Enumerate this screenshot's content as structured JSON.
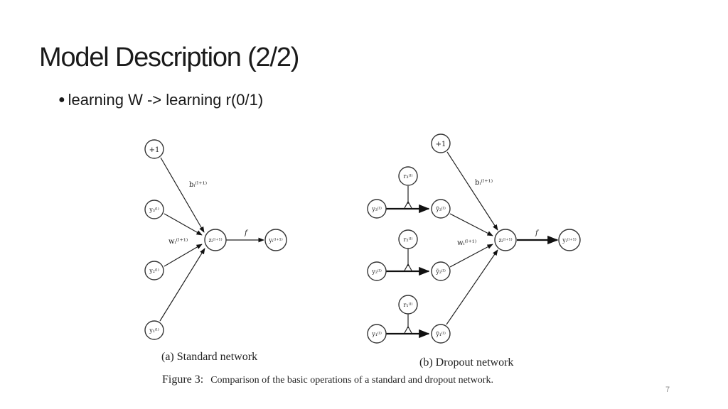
{
  "slide": {
    "title": "Model Description (2/2)",
    "bullet": "learning W -> learning r(0/1)",
    "bullet_marker": "●",
    "page_number": "7"
  },
  "figure": {
    "standard": {
      "caption": "(a) Standard network",
      "bias_node": "+1",
      "input_nodes": [
        "y₃⁽ˡ⁾",
        "y₂⁽ˡ⁾",
        "y₁⁽ˡ⁾"
      ],
      "sum_node": "zᵢ⁽ˡ⁺¹⁾",
      "output_node": "yᵢ⁽ˡ⁺¹⁾",
      "bias_label": "bᵢ⁽ˡ⁺¹⁾",
      "weight_label": "wᵢ⁽ˡ⁺¹⁾",
      "activation_label": "f"
    },
    "dropout": {
      "caption": "(b) Dropout network",
      "bias_node": "+1",
      "mask_nodes": [
        "r₃⁽ˡ⁾",
        "r₂⁽ˡ⁾",
        "r₁⁽ˡ⁾"
      ],
      "input_nodes": [
        "y₃⁽ˡ⁾",
        "y₂⁽ˡ⁾",
        "y₁⁽ˡ⁾"
      ],
      "thinned_nodes": [
        "ỹ₃⁽ˡ⁾",
        "ỹ₂⁽ˡ⁾",
        "ỹ₁⁽ˡ⁾"
      ],
      "sum_node": "zᵢ⁽ˡ⁺¹⁾",
      "output_node": "yᵢ⁽ˡ⁺¹⁾",
      "bias_label": "bᵢ⁽ˡ⁺¹⁾",
      "weight_label": "wᵢ⁽ˡ⁺¹⁾",
      "activation_label": "f"
    },
    "caption_prefix": "Figure 3:",
    "caption_text": "Comparison of the basic operations of a standard and dropout network."
  }
}
